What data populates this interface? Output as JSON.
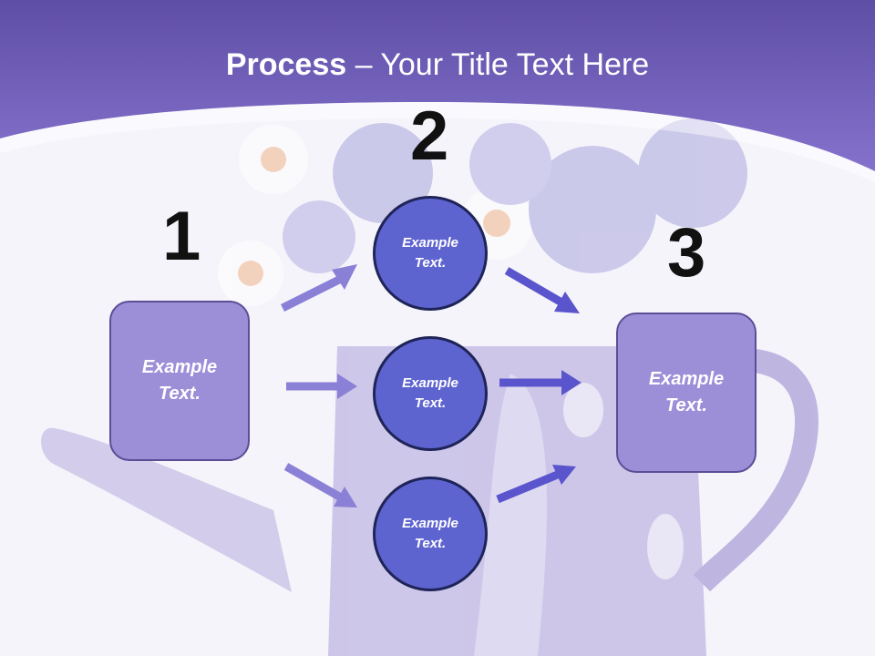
{
  "title": {
    "bold": "Process",
    "separator": " – ",
    "rest": "Your Title Text Here"
  },
  "steps": {
    "one": "1",
    "two": "2",
    "three": "3"
  },
  "left_box": {
    "line1": "Example",
    "line2": "Text."
  },
  "circles": [
    {
      "line1": "Example",
      "line2": "Text."
    },
    {
      "line1": "Example",
      "line2": "Text."
    },
    {
      "line1": "Example",
      "line2": "Text."
    }
  ],
  "right_box": {
    "line1": "Example",
    "line2": "Text."
  },
  "colors": {
    "header": "#7a68c4",
    "box": "#9d8ed8",
    "circle": "#5e64cf",
    "arrow": "#7b78d6"
  }
}
